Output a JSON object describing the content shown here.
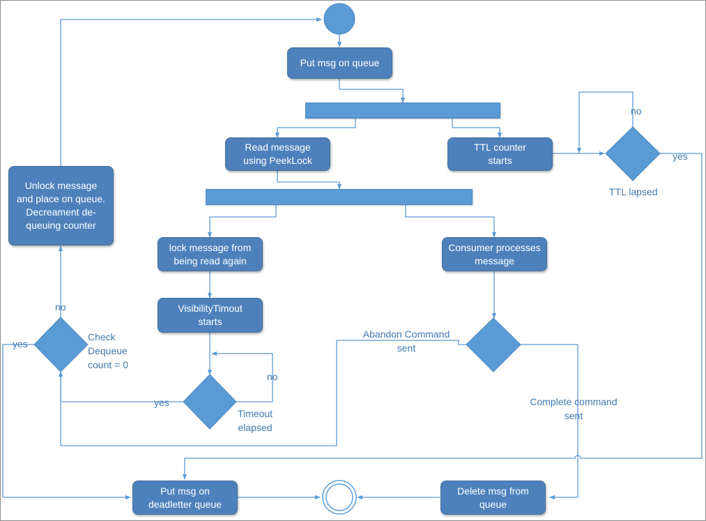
{
  "colors": {
    "node_fill": "#4e81bb",
    "bar_fill": "#5b9bd5",
    "decision_fill": "#5b9bd5",
    "start_fill": "#5b9bd5",
    "connector": "#5b9bd5",
    "label_text": "#3f78ad"
  },
  "nodes": {
    "put_msg": "Put msg on queue",
    "read_message": "Read message\nusing PeekLock",
    "ttl_counter": "TTL counter\nstarts",
    "unlock_message": "Unlock message\nand place on queue.\nDecreament de-\nqueuing counter",
    "lock_message": "lock message from\nbeing read again",
    "consumer_processes": "Consumer processes\nmessage",
    "visibility_timeout": "VisibilityTimout\nstarts",
    "put_deadletter": "Put msg on\ndeadletter queue",
    "delete_msg": "Delete msg from\nqueue"
  },
  "labels": {
    "ttl_no": "no",
    "ttl_yes": "yes",
    "ttl_lapsed": "TTL lapsed",
    "dequeue_no": "no",
    "dequeue_yes": "yes",
    "check_dequeue": "Check\nDequeue\ncount = 0",
    "abandon_sent": "Abandon Command\nsent",
    "timeout_no": "no",
    "timeout_yes": "yes",
    "timeout_elapsed": "Timeout\nelapsed",
    "complete_sent": "Complete command\nsent"
  }
}
